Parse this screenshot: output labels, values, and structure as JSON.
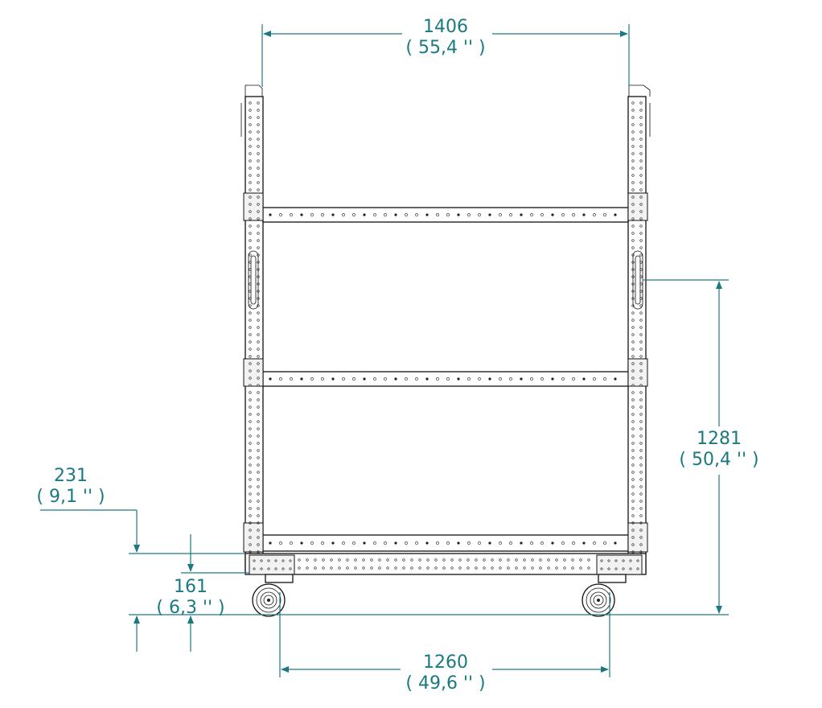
{
  "dimensions": {
    "top_width": {
      "mm": "1406",
      "inch": "( 55,4 '' )"
    },
    "height": {
      "mm": "1281",
      "inch": "( 50,4 '' )"
    },
    "left_height_231": {
      "mm": "231",
      "inch": "( 9,1 '' )"
    },
    "left_height_161": {
      "mm": "161",
      "inch": "( 6,3 '' )"
    },
    "wheel_base": {
      "mm": "1260",
      "inch": "( 49,6 '' )"
    }
  },
  "colors": {
    "dimension": "#1a7a80",
    "frame": "#111111"
  }
}
